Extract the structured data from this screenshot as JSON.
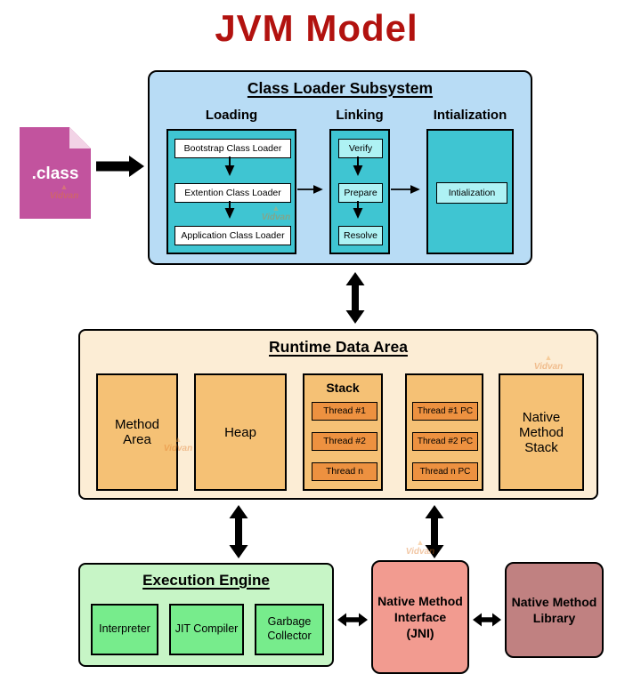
{
  "title": "JVM Model",
  "watermark": {
    "text": "Vidvan"
  },
  "class_file": {
    "label": ".class"
  },
  "class_loader": {
    "title": "Class Loader Subsystem",
    "loading": {
      "label": "Loading",
      "items": [
        "Bootstrap Class Loader",
        "Extention Class Loader",
        "Application Class Loader"
      ]
    },
    "linking": {
      "label": "Linking",
      "items": [
        "Verify",
        "Prepare",
        "Resolve"
      ]
    },
    "initialization": {
      "label": "Intialization",
      "items": [
        "Intialization"
      ]
    }
  },
  "runtime": {
    "title": "Runtime Data Area",
    "method_area": {
      "label": "Method Area"
    },
    "heap": {
      "label": "Heap"
    },
    "stack": {
      "label": "Stack",
      "items": [
        "Thread #1",
        "Thread #2",
        "Thread n"
      ]
    },
    "pc_register": {
      "items": [
        "Thread #1 PC",
        "Thread #2 PC",
        "Thread n PC"
      ]
    },
    "native_method_stack": {
      "label": "Native Method Stack"
    }
  },
  "execution_engine": {
    "title": "Execution Engine",
    "items": [
      "Interpreter",
      "JIT Compiler",
      "Garbage Collector"
    ]
  },
  "native_method_interface": {
    "lines": [
      "Native Method",
      "Interface",
      "(JNI)"
    ]
  },
  "native_method_library": {
    "lines": [
      "Native Method",
      "Library"
    ]
  },
  "colors": {
    "title_red": "#B2120F",
    "loader_bg": "#B8DCF5",
    "teal": "#3FC5D2",
    "cyan_box": "#AEF2F4",
    "class_pink": "#C2539E",
    "runtime_bg": "#FCEDD5",
    "orange_box": "#F5C175",
    "orange_dark": "#ED9140",
    "engine_bg": "#C7F5C6",
    "green_box": "#77EC8C",
    "jni_bg": "#F29B90",
    "library_bg": "#C08181",
    "arrow_black": "#000000",
    "watermark_orange": "#F0A04B"
  }
}
